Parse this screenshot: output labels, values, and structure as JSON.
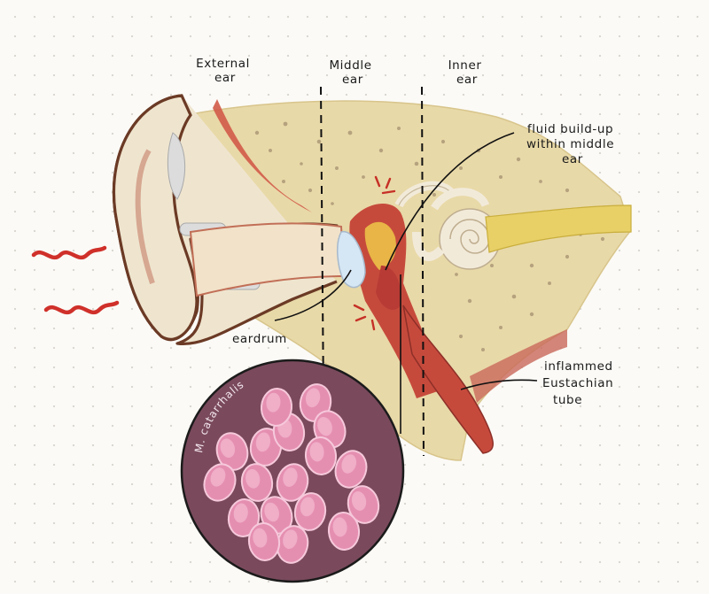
{
  "regions": {
    "external": [
      "External",
      "ear"
    ],
    "middle": [
      "Middle",
      "ear"
    ],
    "inner": [
      "Inner",
      "ear"
    ]
  },
  "callouts": {
    "fluid": [
      "fluid build-up",
      "within middle",
      "ear"
    ],
    "eardrum": "eardrum",
    "tube": [
      "inflammed",
      "Eustachian",
      "tube"
    ]
  },
  "micro": {
    "label": "M. catarrhalis",
    "cell_count": 18
  },
  "colors": {
    "bone": "#e8d9a8",
    "skin": "#efe5cf",
    "outline": "#6b3a25",
    "tissue": "#c64a3c",
    "wave": "#d0302a",
    "circle": "#7a4a5c",
    "cell": "#e58fb0"
  }
}
